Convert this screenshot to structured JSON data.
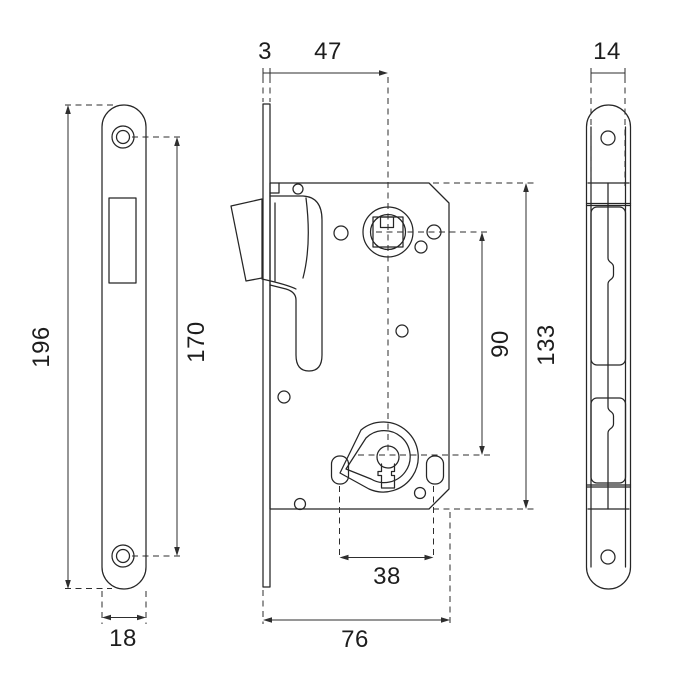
{
  "drawing": {
    "title_hint": "mortise-lock-technical-drawing",
    "colors": {
      "background": "#ffffff",
      "line": "#262626",
      "text": "#1d1d1d"
    },
    "dimensions": {
      "plate_thickness": "3",
      "backset": "47",
      "side_plate_width": "14",
      "front_plate_height": "196",
      "screw_hole_spacing": "170",
      "spindle_to_key_center": "90",
      "lock_case_height": "133",
      "lower_slot_spacing": "38",
      "front_plate_width": "18",
      "lock_case_depth": "76"
    }
  }
}
